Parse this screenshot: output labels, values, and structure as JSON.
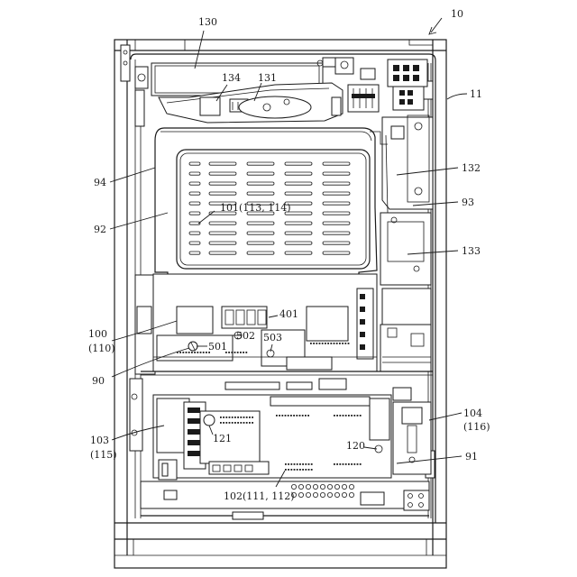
{
  "labels": {
    "l10": "10",
    "l11": "11",
    "l130": "130",
    "l131": "131",
    "l134": "134",
    "l94": "94",
    "l92": "92",
    "l101": "101(113, 114)",
    "l132": "132",
    "l93": "93",
    "l133": "133",
    "l401": "401",
    "l100": "100",
    "l110": "(110)",
    "l502": "502",
    "l501": "501",
    "l503": "503",
    "l90": "90",
    "l104": "104",
    "l116": "(116)",
    "l103": "103",
    "l115": "(115)",
    "l121": "121",
    "l120": "120",
    "l91": "91",
    "l102": "102(111, 112)"
  }
}
